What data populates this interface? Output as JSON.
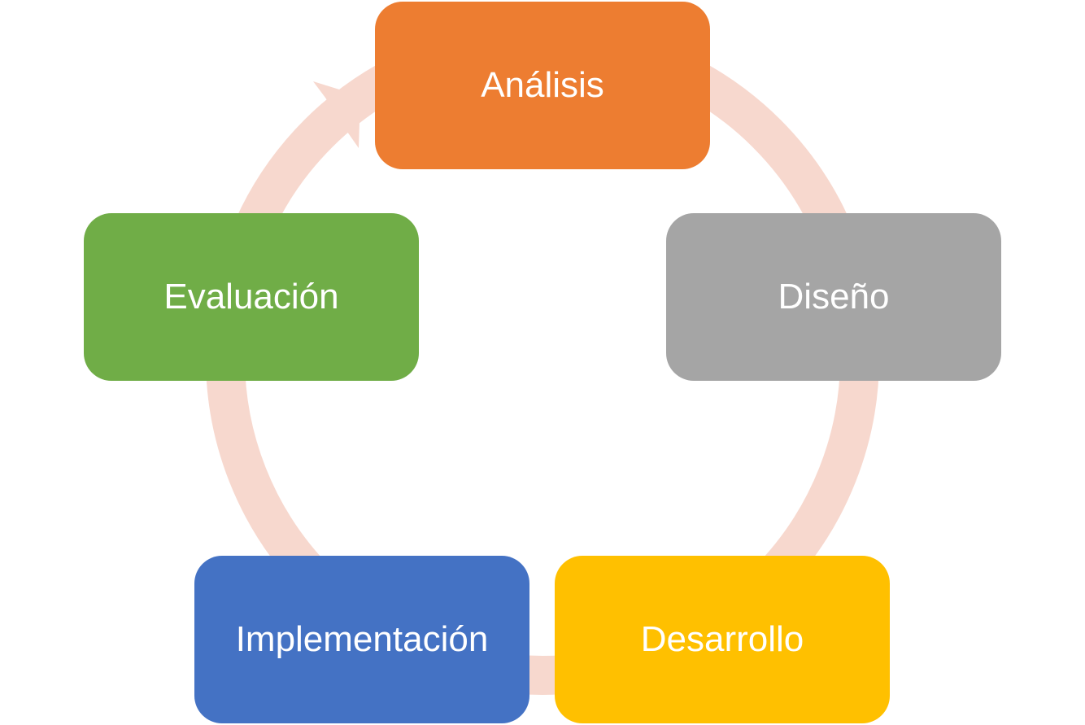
{
  "stages": [
    {
      "label": "Análisis",
      "color": "#ED7D31"
    },
    {
      "label": "Diseño",
      "color": "#A5A5A5"
    },
    {
      "label": "Desarrollo",
      "color": "#FFC000"
    },
    {
      "label": "Implementación",
      "color": "#4472C4"
    },
    {
      "label": "Evaluación",
      "color": "#70AD47"
    }
  ],
  "connector_color": "#F7D8CE"
}
